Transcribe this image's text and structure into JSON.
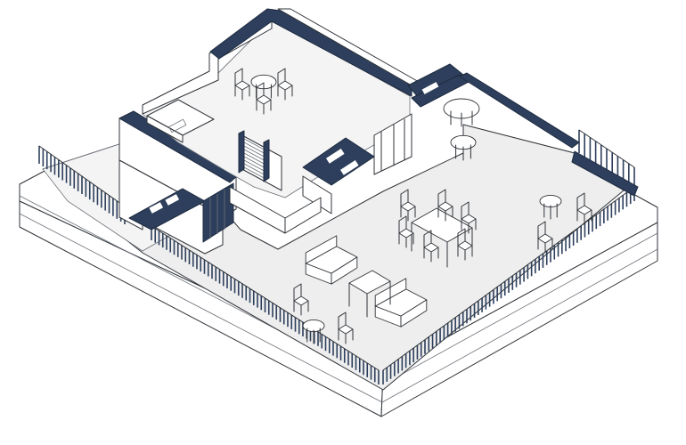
{
  "figure": {
    "kind": "isometric-floor-plan",
    "accent_wall_color": "#2d3f5c",
    "floor_color": "#eeeeee",
    "line_color": "#2f3338",
    "background": "#ffffff"
  },
  "elements": [
    "base-slab",
    "roof-terrace-floor",
    "perimeter-fence",
    "stair-enclosure",
    "dining-table-with-chairs",
    "sofa-set",
    "round-bistro-tables",
    "kitchen-counter"
  ]
}
